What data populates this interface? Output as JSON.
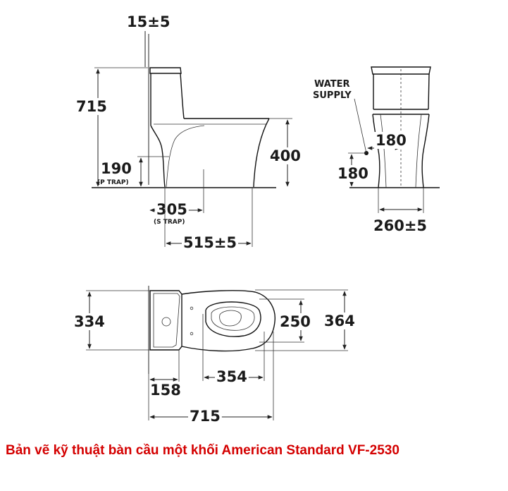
{
  "side_view": {
    "dim_top_offset": "15±5",
    "dim_height": "715",
    "dim_p_trap": "190",
    "label_p_trap": "(P TRAP)",
    "dim_s_trap": "305",
    "label_s_trap": "(S TRAP)",
    "dim_seat_height": "400",
    "dim_base_length": "515±5"
  },
  "front_view": {
    "label_water_line1": "WATER",
    "label_water_line2": "SUPPLY",
    "dim_supply_offset": "180",
    "dim_supply_height": "180",
    "dim_base_width": "260±5"
  },
  "top_view": {
    "dim_tank_depth": "334",
    "dim_bowl_width": "250",
    "dim_total_width": "364",
    "dim_bowl_length": "354",
    "dim_tank_length": "158",
    "dim_total_length": "715"
  },
  "caption": "Bản vẽ kỹ thuật bàn cầu một khối American Standard VF-2530"
}
